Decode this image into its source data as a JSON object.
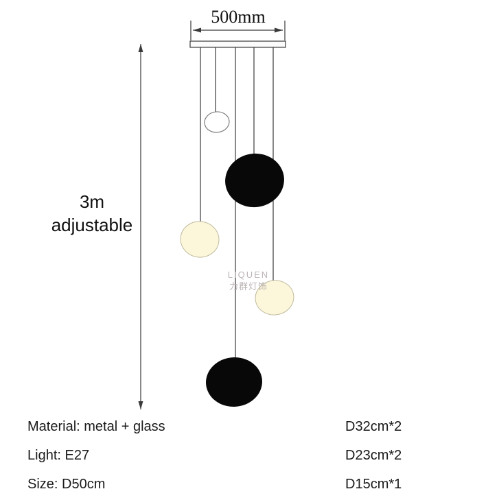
{
  "dimensions": {
    "width_label": "500mm",
    "height_label_line1": "3m",
    "height_label_line2": "adjustable"
  },
  "watermark": {
    "line1": "LIQUEN",
    "line2": "力群灯饰"
  },
  "specs": {
    "rows": [
      {
        "left": "Material: metal + glass",
        "right": "D32cm*2"
      },
      {
        "left": "Light: E27",
        "right": "D23cm*2"
      },
      {
        "left": "Size: D50cm",
        "right": "D15cm*1"
      }
    ]
  },
  "colors": {
    "background": "#ffffff",
    "line": "#3a3a3a",
    "globe_black": "#080808",
    "globe_cream": "#fcf7da",
    "globe_white": "#ffffff",
    "watermark": "#bdb5b5",
    "text": "#1a1a1a"
  }
}
